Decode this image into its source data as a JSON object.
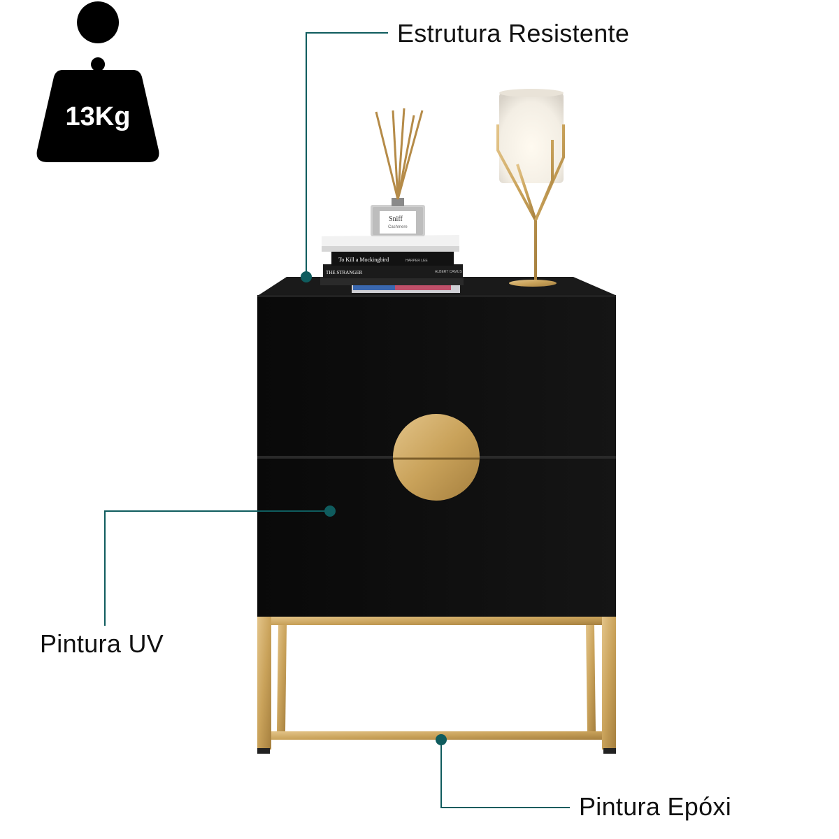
{
  "weight_badge": {
    "text": "13Kg"
  },
  "callouts": {
    "top": "Estrutura Resistente",
    "left": "Pintura UV",
    "bottom": "Pintura Epóxi"
  },
  "books": {
    "book1": "To Kill a Mockingbird",
    "book1_author": "HARPER LEE",
    "book2": "THE STRANGER",
    "book2_author": "ALBERT CAMUS"
  },
  "diffuser": {
    "brand": "Sniff",
    "sub": "Cashmere"
  },
  "colors": {
    "cabinet": "#0b0b0b",
    "gold": "#c9a25a",
    "callout_line": "#0f5c5e",
    "text": "#111111"
  }
}
